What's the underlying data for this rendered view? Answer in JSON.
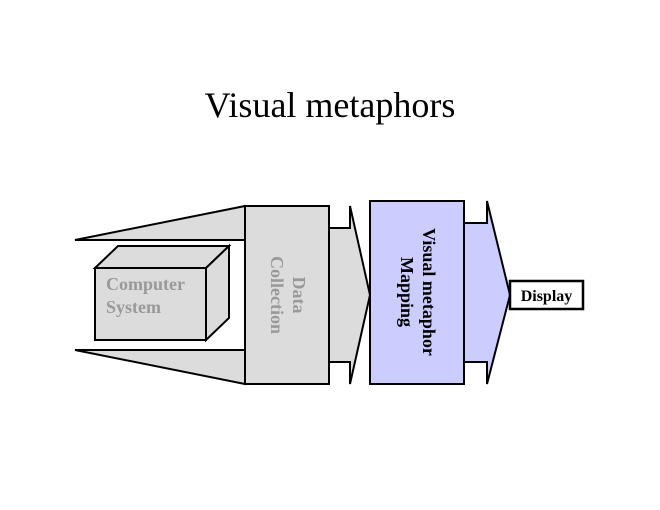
{
  "title": "Visual metaphors",
  "nodes": {
    "computer_system": {
      "line1": "Computer",
      "line2": "System"
    },
    "data_collection": {
      "line1": "Data",
      "line2": "Collection"
    },
    "visual_metaphor_mapping": {
      "line1": "Visual metaphor",
      "line2": "Mapping"
    },
    "display": {
      "label": "Display"
    }
  },
  "colors": {
    "gray_fill": "#dcdcdc",
    "gray_text": "#999999",
    "blue_fill": "#ccccff",
    "stroke": "#000000"
  }
}
